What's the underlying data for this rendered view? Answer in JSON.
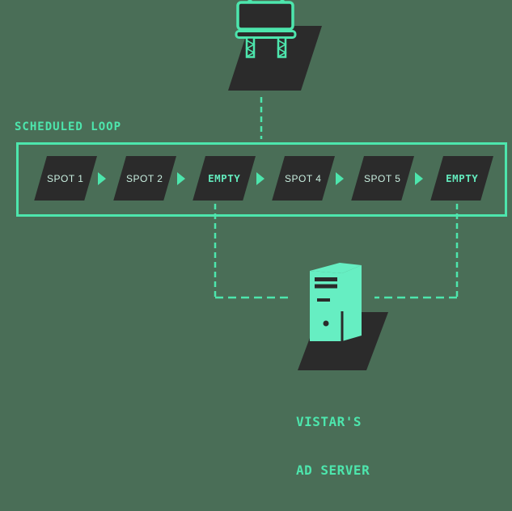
{
  "colors": {
    "background": "#4a6e57",
    "accent": "#4de6ad",
    "shape_dark": "#2b2b2b",
    "spot_text": "#c9efe0",
    "empty_text": "#63eabd",
    "server_fill": "#66eec2"
  },
  "scheduled_loop": {
    "title": "SCHEDULED LOOP",
    "slots": [
      {
        "label": "SPOT 1",
        "type": "spot"
      },
      {
        "label": "SPOT 2",
        "type": "spot"
      },
      {
        "label": "EMPTY",
        "type": "empty"
      },
      {
        "label": "SPOT 4",
        "type": "spot"
      },
      {
        "label": "SPOT 5",
        "type": "spot"
      },
      {
        "label": "EMPTY",
        "type": "empty"
      }
    ]
  },
  "server": {
    "label_line1": "VISTAR'S",
    "label_line2": "AD SERVER"
  },
  "icons": {
    "billboard": "billboard-icon",
    "server": "server-tower-icon",
    "arrow": "arrow-right-icon"
  }
}
